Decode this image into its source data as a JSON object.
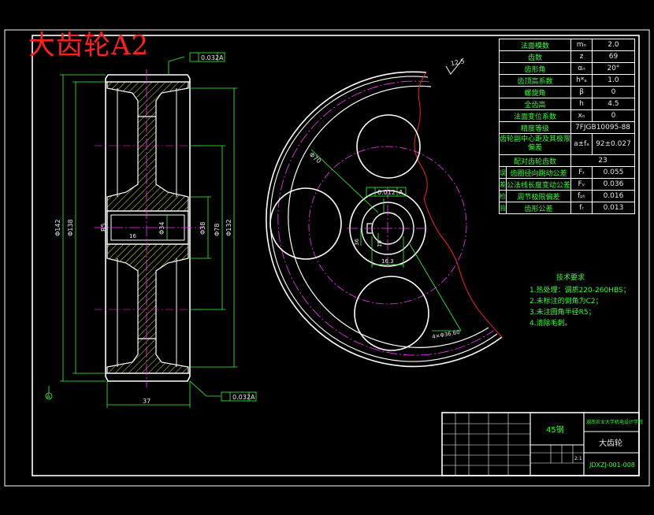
{
  "drawing": {
    "title": "大齿轮A2"
  },
  "param_table": {
    "rows": [
      {
        "label": "法面模数",
        "symbol": "mₙ",
        "value": "2.0"
      },
      {
        "label": "齿数",
        "symbol": "z",
        "value": "69"
      },
      {
        "label": "齿形角",
        "symbol": "αₙ",
        "value": "20°"
      },
      {
        "label": "齿顶高系数",
        "symbol": "h*ₐ",
        "value": "1.0"
      },
      {
        "label": "螺旋角",
        "symbol": "β",
        "value": "0"
      },
      {
        "label": "全齿高",
        "symbol": "h",
        "value": "4.5"
      },
      {
        "label": "法面变位系数",
        "symbol": "xₙ",
        "value": "0"
      }
    ],
    "precision_label": "精度等级",
    "precision_value": "7FJGB10095-88",
    "center_label": "齿轮副中心距及其极限偏差",
    "center_symbol": "a±fₐ",
    "center_value": "92±0.027",
    "mating_label": "配对齿轮齿数",
    "mating_value": "23",
    "tolerance_rows": [
      {
        "group": "误",
        "label": "齿圈径向跳动公差",
        "symbol": "Fᵣ",
        "value": "0.055"
      },
      {
        "group": "差",
        "label": "公法线长度变动公差",
        "symbol": "Fᵥ",
        "value": "0.036"
      },
      {
        "group": "检",
        "label": "周节极限偏差",
        "symbol": "fₚₜ",
        "value": "0.016"
      },
      {
        "group": "验",
        "label": "齿形公差",
        "symbol": "fᵣ",
        "value": "0.013"
      }
    ]
  },
  "tech": {
    "heading": "技术要求",
    "items": [
      "1.热处理：调质220-260HBS；",
      "2.未标注的倒角为C2；",
      "3.未注圆角半径R5；",
      "4.清除毛刺。"
    ]
  },
  "annotations": {
    "roughness": "12.5",
    "tol_top": "0.032",
    "tol_bottom": "0.032",
    "tol_key": "0.012",
    "datum": "A",
    "dim_width": "37",
    "dim_d142": "Φ142",
    "dim_d138": "Φ138",
    "dim_d132": "Φ132",
    "dim_d78": "Φ78",
    "dim_d38": "Φ38",
    "dim_d34": "Φ34",
    "dim_d70": "Φ70",
    "dim_d36": "36",
    "dim_r": "R5",
    "dim_16": "16",
    "dim_h": "4×Φ36.60",
    "dim_key1": "16.3",
    "dim_key2": "10"
  },
  "title_block": {
    "material": "45钢",
    "org": "湖南农业大学机电设计学院",
    "part_name": "大齿轮",
    "drawing_no": "JDXZJ-001-008",
    "scale": "2:1"
  },
  "colors": {
    "background": "#000000",
    "line": "#ffffff",
    "center": "#ff33ff",
    "dim": "#33ff33",
    "break": "#ff2020",
    "hatch": "#ffff33"
  }
}
